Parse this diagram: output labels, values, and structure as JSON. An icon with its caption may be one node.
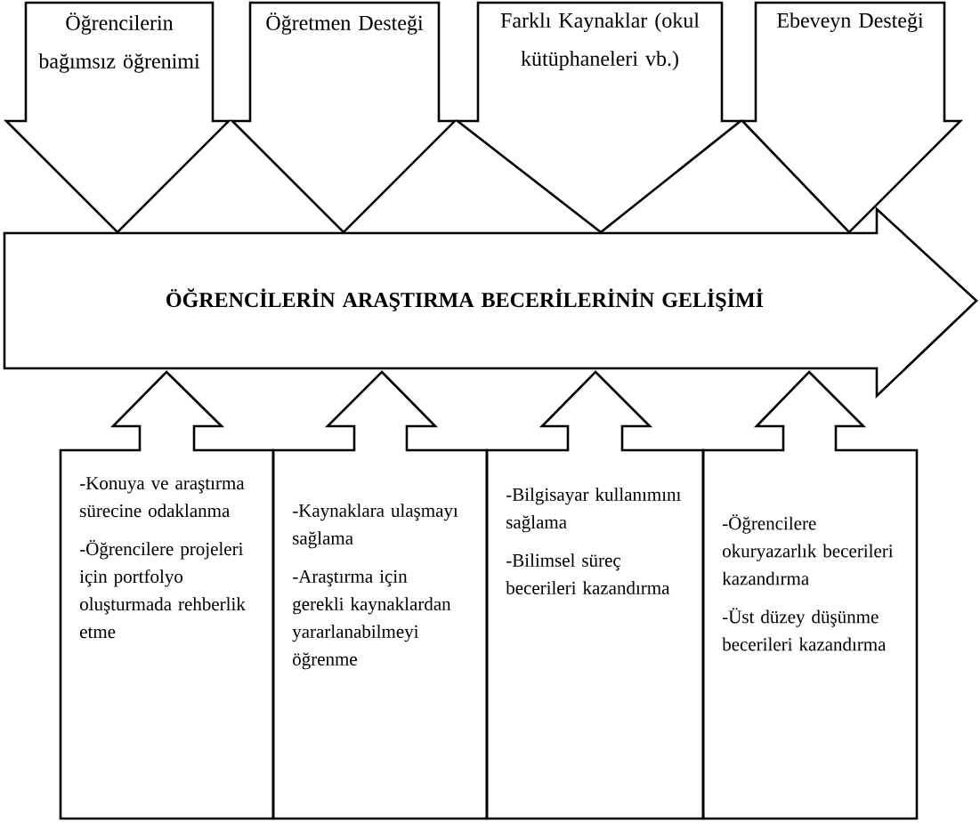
{
  "diagram": {
    "nodes": [
      {
        "text": [
          "Öğrencilerin bağımsız öğrenimi"
        ]
      },
      {
        "text": [
          "Öğretmen Desteği"
        ]
      },
      {
        "text": [
          "Farklı Kaynaklar (okul kütüphaneleri vb.)"
        ]
      },
      {
        "text": [
          "Ebeveyn Desteği"
        ]
      },
      {
        "text": [
          "ÖĞRENCİLERİN ARAŞTIRMA BECERİLERİNİN GELİŞİMİ"
        ]
      },
      {
        "text": [
          "-Konuya ve araştırma sürecine odaklanma",
          "-Öğrencilere projeleri için portfolyo oluşturmada rehberlik etme"
        ]
      },
      {
        "text": [
          "-Kaynaklara ulaşmayı sağlama",
          "-Araştırma için gerekli kaynaklardan yararlanabilmeyi öğrenme"
        ]
      },
      {
        "text": [
          "-Bilgisayar kullanımını sağlama",
          "-Bilimsel süreç becerileri kazandırma"
        ]
      },
      {
        "text": [
          "-Öğrencilere okuryazarlık becerileri kazandırma",
          "-Üst düzey düşünme becerileri kazandırma"
        ]
      }
    ]
  }
}
